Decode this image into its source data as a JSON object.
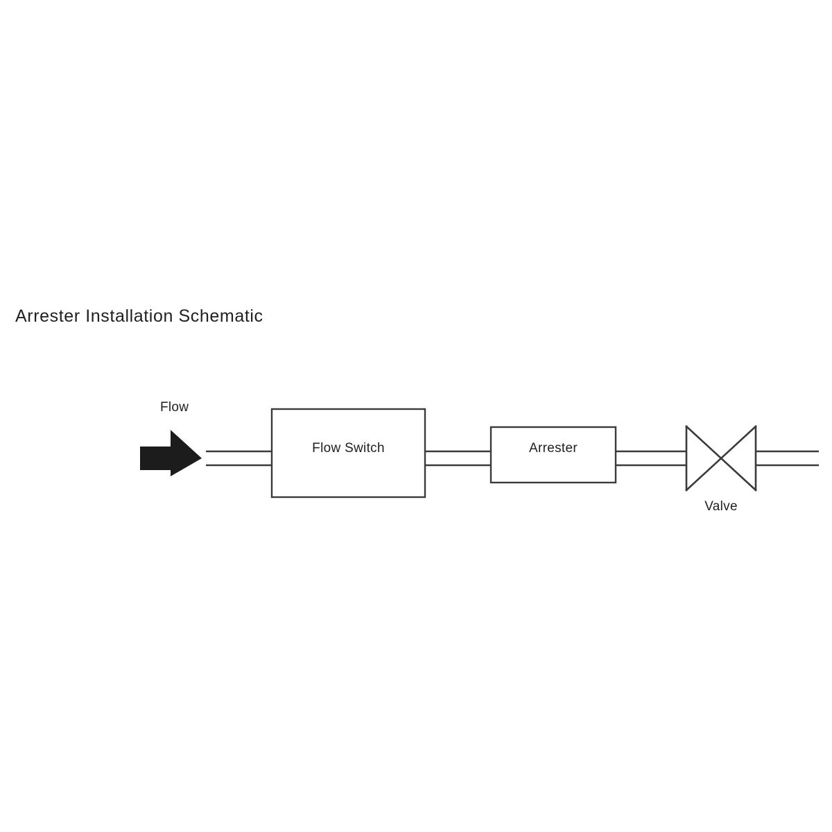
{
  "title": "Arrester Installation Schematic",
  "diagram": {
    "type": "piping-schematic",
    "flow_direction": "left-to-right",
    "annotations": {
      "flow_label": "Flow",
      "valve_label": "Valve"
    },
    "components": [
      {
        "id": "flow-arrow",
        "label": "Flow",
        "shape": "solid-arrow",
        "color": "#1c1c1c"
      },
      {
        "id": "flow-switch",
        "label": "Flow Switch",
        "shape": "rectangle"
      },
      {
        "id": "arrester",
        "label": "Arrester",
        "shape": "rectangle"
      },
      {
        "id": "valve",
        "label": "Valve",
        "shape": "bowtie"
      }
    ],
    "colors": {
      "line": "#3a3a3a",
      "arrow": "#1c1c1c",
      "text": "#1f1f1f",
      "background": "#ffffff"
    }
  }
}
